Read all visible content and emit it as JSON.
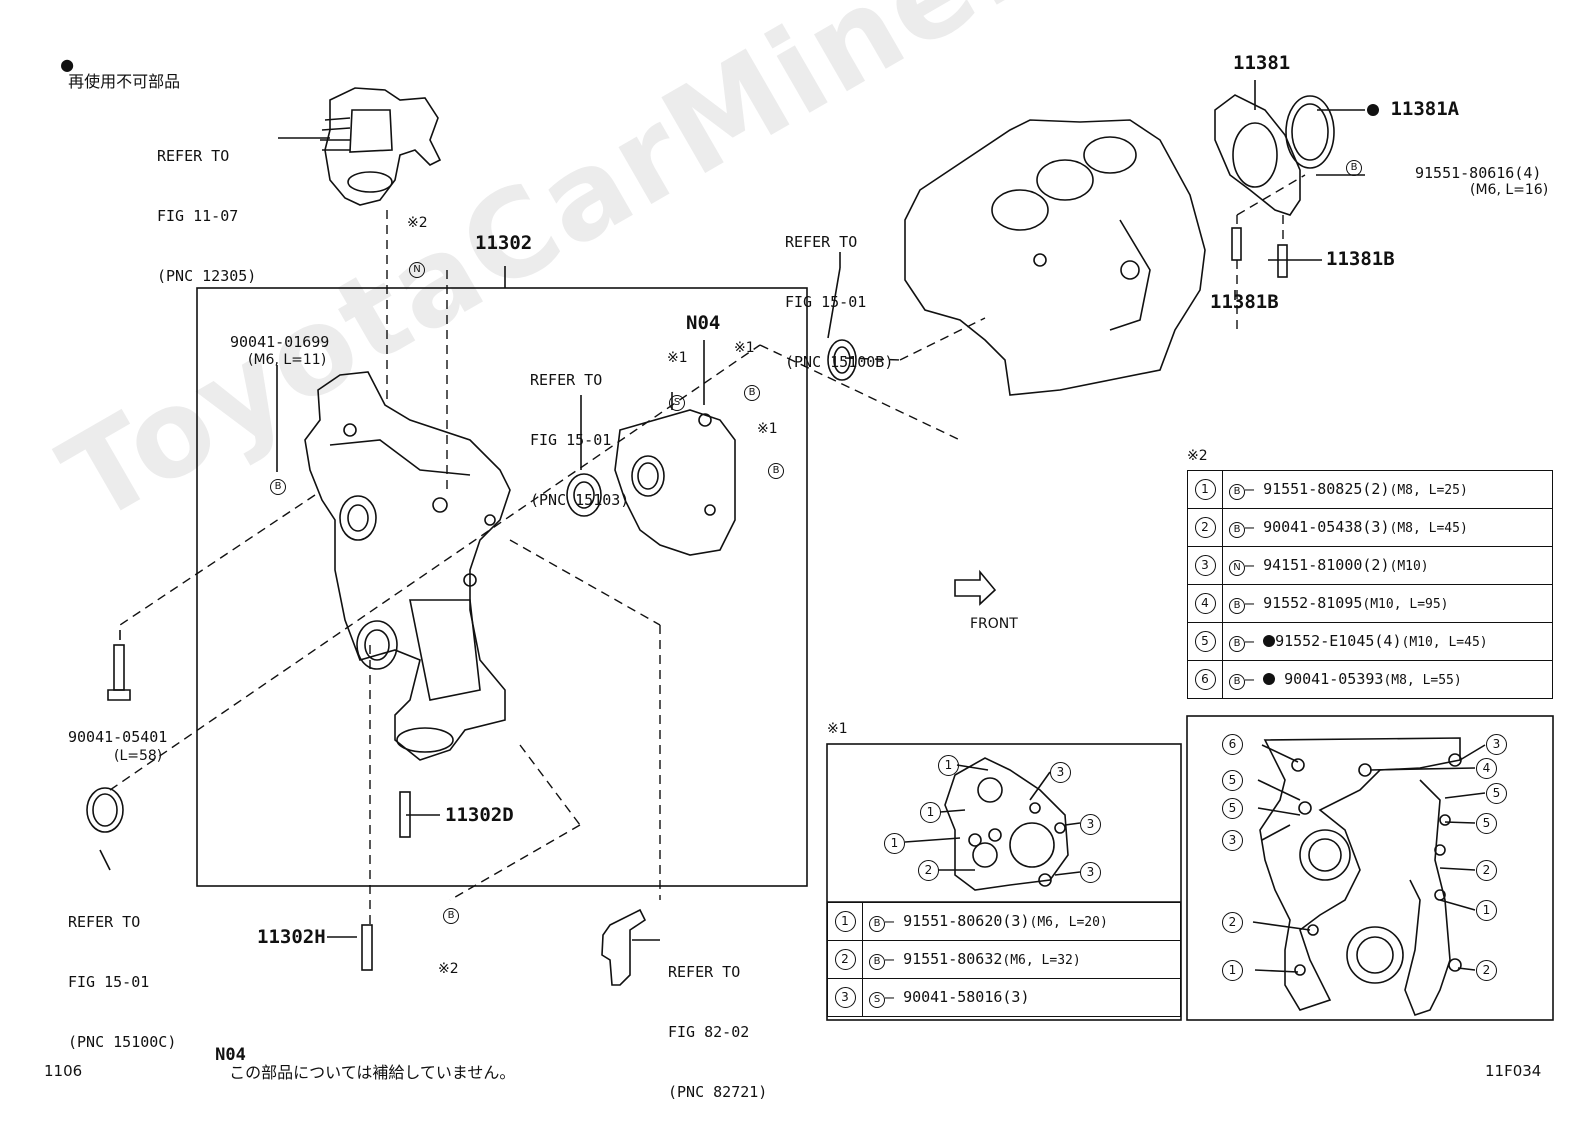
{
  "header": {
    "legend_bullet": "●",
    "legend_text": "再使用不可部品"
  },
  "watermark": "ToyotaCarMine.ru",
  "refs": {
    "engine_mount": [
      "REFER TO",
      "FIG 11-07",
      "(PNC 12305)"
    ],
    "cyl_block": [
      "REFER TO",
      "FIG 15-01",
      "(PNC 15100B)"
    ],
    "oil_seal": [
      "REFER TO",
      "FIG 15-01",
      "(PNC 15103)"
    ],
    "crank_seal": [
      "REFER TO",
      "FIG 15-01",
      "(PNC 15100C)"
    ],
    "bracket": [
      "REFER TO",
      "FIG 82-02",
      "(PNC 82721)"
    ]
  },
  "parts": {
    "p11302": "11302",
    "p11381": "11381",
    "p11381A": "11381A",
    "p11381B_right": "11381B",
    "p11381B_left": "11381B",
    "p11302D": "11302D",
    "p11302H": "11302H",
    "n04": "N04",
    "bolt_01699": "90041-01699",
    "bolt_01699_dim": "(M6, L=11)",
    "bolt_05401": "90041-05401",
    "bolt_05401_dim": "(L=58)",
    "bolt_80616": "91551-80616(4)",
    "bolt_80616_dim": "(M6, L=16)",
    "front": "FRONT",
    "note1": "※1",
    "note2": "※2",
    "mark_b": "B",
    "mark_n": "N",
    "mark_s": "S"
  },
  "footer": {
    "n04_label": "N04",
    "n04_text": "この部品については補給していません。",
    "page": "1106",
    "fig": "11F034"
  },
  "table2": {
    "title": "※2",
    "rows": [
      {
        "n": "1",
        "mark": "B",
        "dot": false,
        "code": "91551-80825(2)",
        "dim": "(M8, L=25)"
      },
      {
        "n": "2",
        "mark": "B",
        "dot": false,
        "code": "90041-05438(3)",
        "dim": "(M8, L=45)"
      },
      {
        "n": "3",
        "mark": "N",
        "dot": false,
        "code": "94151-81000(2)",
        "dim": "(M10)"
      },
      {
        "n": "4",
        "mark": "B",
        "dot": false,
        "code": "91552-81095",
        "dim": "(M10, L=95)"
      },
      {
        "n": "5",
        "mark": "B",
        "dot": true,
        "code": "91552-E1045(4)",
        "dim": "(M10, L=45)"
      },
      {
        "n": "6",
        "mark": "B",
        "dot": true,
        "code": "90041-05393",
        "dim": "(M8, L=55)"
      }
    ]
  },
  "table1": {
    "title": "※1",
    "rows": [
      {
        "n": "1",
        "mark": "B",
        "code": "91551-80620(3)",
        "dim": "(M6, L=20)"
      },
      {
        "n": "2",
        "mark": "B",
        "code": "91551-80632",
        "dim": "(M6, L=32)"
      },
      {
        "n": "3",
        "mark": "S",
        "code": "90041-58016(3)",
        "dim": ""
      }
    ]
  },
  "detail1_callouts": [
    "1",
    "1",
    "1",
    "2",
    "3",
    "3",
    "3"
  ],
  "detail2_callouts": [
    "6",
    "5",
    "5",
    "3",
    "2",
    "1",
    "3",
    "4",
    "5",
    "5",
    "2",
    "1",
    "2"
  ]
}
